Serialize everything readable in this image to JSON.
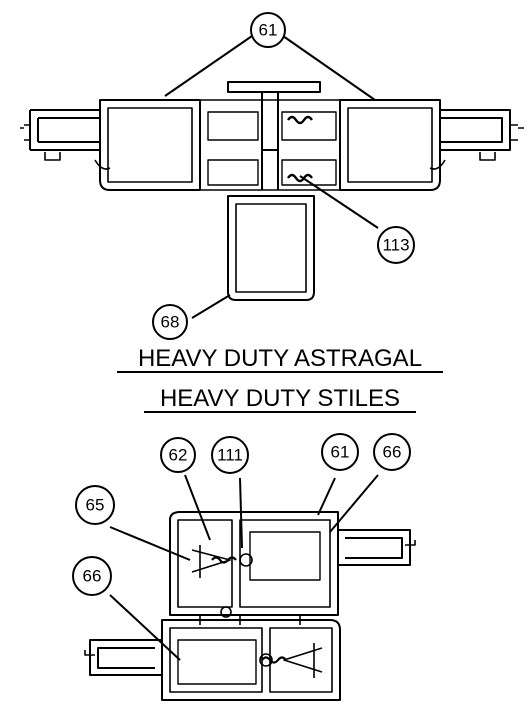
{
  "captions": {
    "line1": "HEAVY DUTY ASTRAGAL",
    "line2": "HEAVY DUTY STILES"
  },
  "callouts": {
    "top_61": "61",
    "top_113": "113",
    "top_68": "68",
    "bottom_62": "62",
    "bottom_111": "111",
    "bottom_61": "61",
    "bottom_66_top": "66",
    "bottom_65": "65",
    "bottom_66_left": "66"
  }
}
